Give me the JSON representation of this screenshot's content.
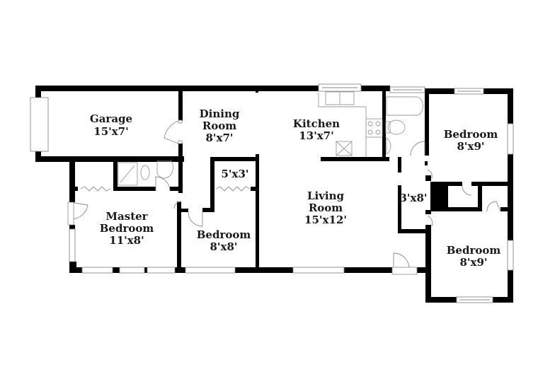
{
  "floor_plan": {
    "rooms": [
      {
        "id": "garage",
        "name": "Garage",
        "dims": "15'x7'"
      },
      {
        "id": "dining",
        "name_line1": "Dining",
        "name_line2": "Room",
        "dims": "8'x7'"
      },
      {
        "id": "kitchen",
        "name": "Kitchen",
        "dims": "13'x7'"
      },
      {
        "id": "bedroom_ne",
        "name": "Bedroom",
        "dims": "8'x9'"
      },
      {
        "id": "closet_a",
        "dims": "5'x3'"
      },
      {
        "id": "hall",
        "dims": "3'x8'"
      },
      {
        "id": "master",
        "name_line1": "Master",
        "name_line2": "Bedroom",
        "dims": "11'x8'"
      },
      {
        "id": "bedroom_mid",
        "name": "Bedroom",
        "dims": "8'x8'"
      },
      {
        "id": "living",
        "name_line1": "Living",
        "name_line2": "Room",
        "dims": "15'x12'"
      },
      {
        "id": "bedroom_se",
        "name": "Bedroom",
        "dims": "8'x9'"
      }
    ],
    "colors": {
      "wall": "#000000",
      "fixture": "#9a9a9a",
      "background": "#ffffff"
    }
  }
}
